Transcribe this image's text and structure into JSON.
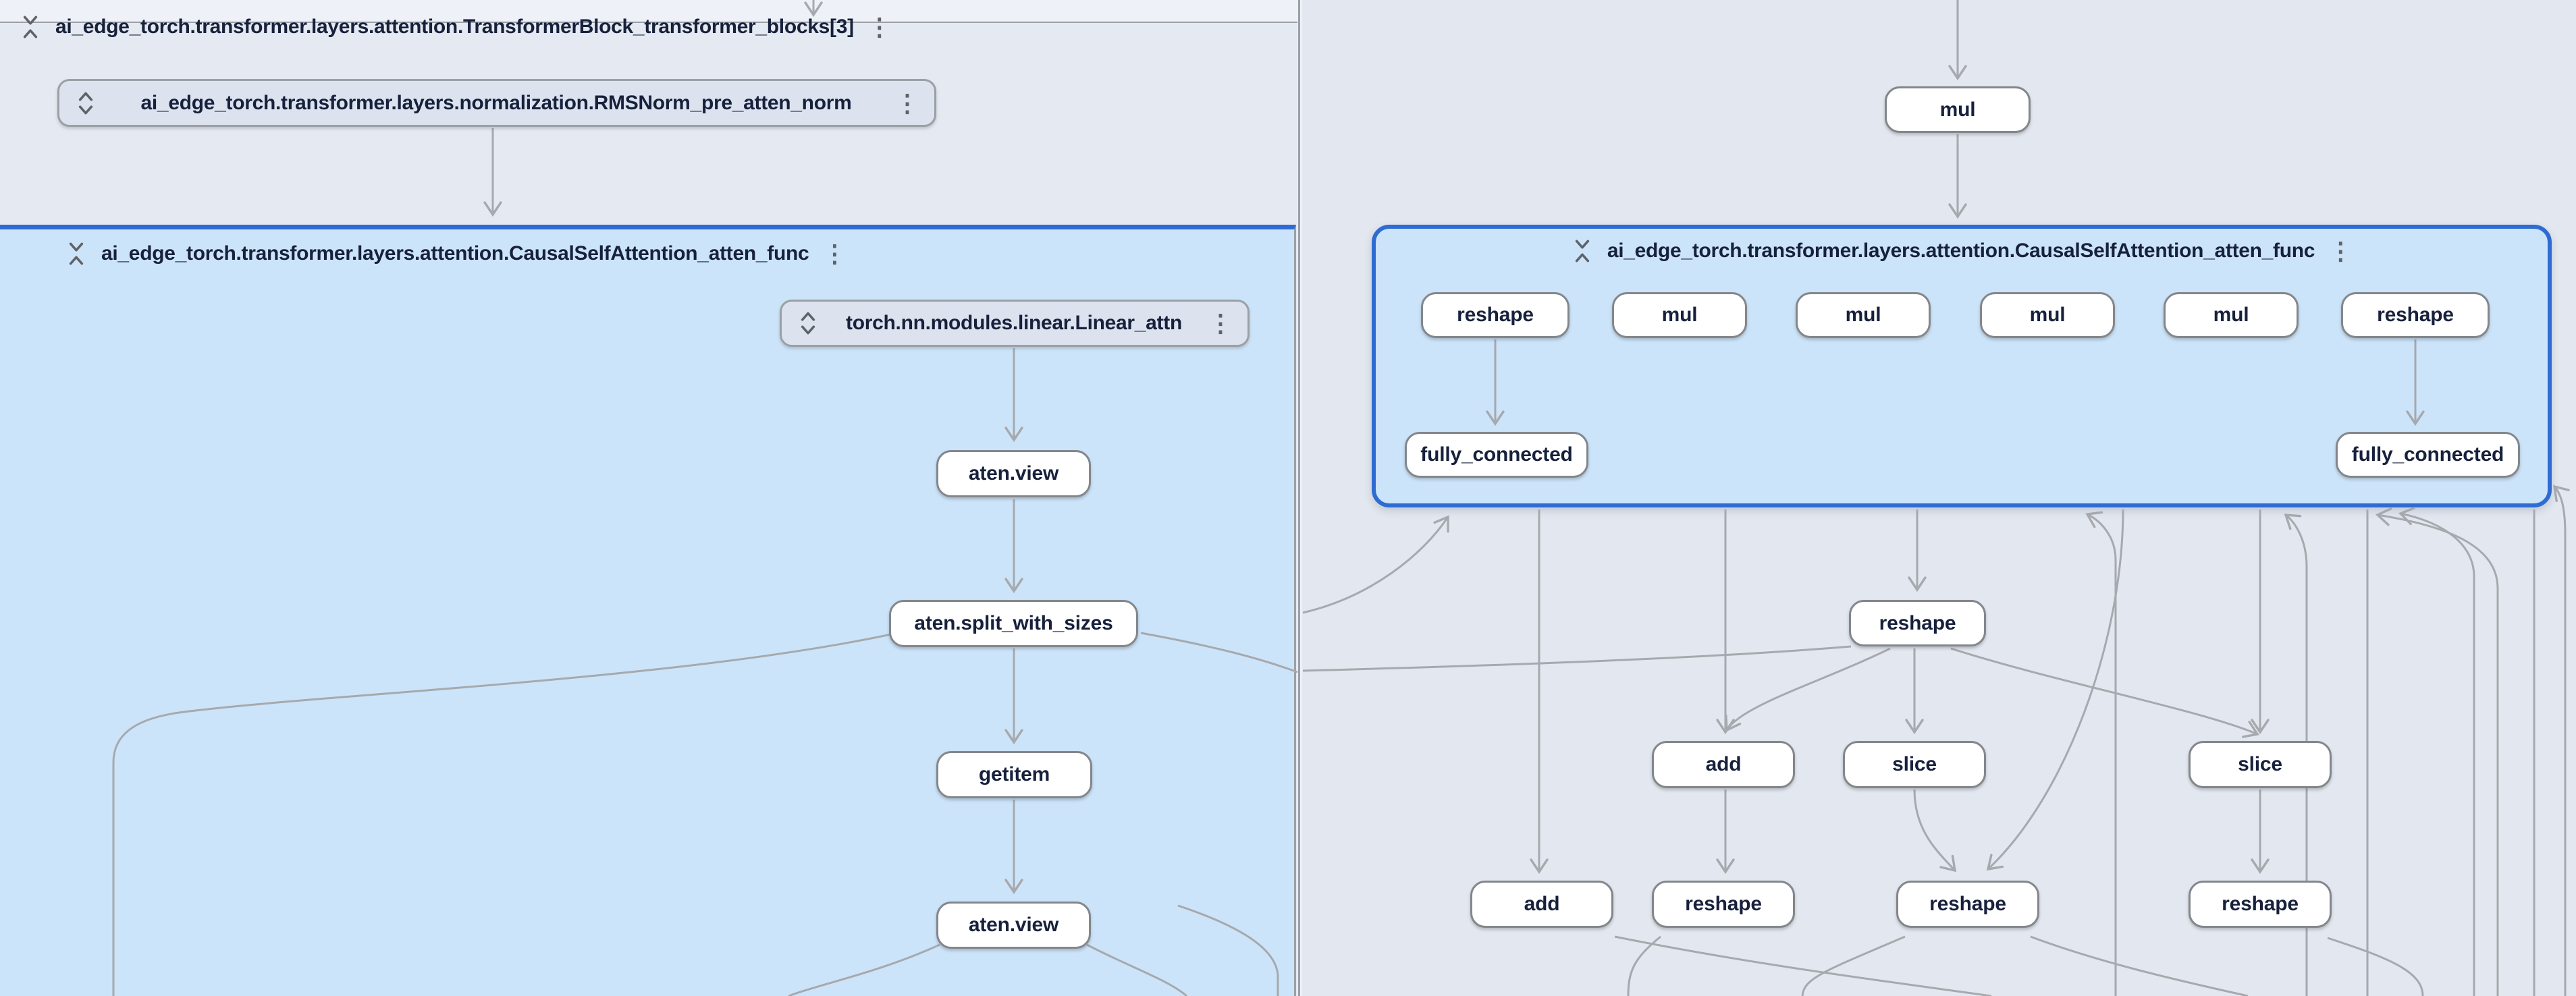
{
  "app": {
    "name": "model-graph-visualizer",
    "panes": [
      "left-graph-pane",
      "right-graph-pane"
    ]
  },
  "colors": {
    "group_selected_border": "#2e6bd3",
    "group_fill": "#cce4fa",
    "pane_left_bg": "#e5e9f1",
    "pane_right_bg": "#e3e7ef",
    "node_fill": "#ffffff",
    "node_border": "#83878c",
    "layer_node_fill": "#dce3ef",
    "layer_node_border": "#9aa0a6",
    "edge": "#a6a9ad",
    "text": "#17213c",
    "icon": "#5f6368"
  },
  "icons": {
    "collapse": "unfold-less-icon",
    "expand": "unfold-more-icon",
    "menu": "kebab-menu-icon"
  },
  "left_pane": {
    "transformer_block_header": "ai_edge_torch.transformer.layers.attention.TransformerBlock_transformer_blocks[3]",
    "rmsnorm_node": "ai_edge_torch.transformer.layers.normalization.RMSNorm_pre_atten_norm",
    "attention_group_header": "ai_edge_torch.transformer.layers.attention.CausalSelfAttention_atten_func",
    "linear_node": "torch.nn.modules.linear.Linear_attn",
    "op_nodes": [
      "aten.view",
      "aten.split_with_sizes",
      "getitem",
      "aten.view"
    ]
  },
  "right_pane": {
    "mul_node": "mul",
    "attention_group_header": "ai_edge_torch.transformer.layers.attention.CausalSelfAttention_atten_func",
    "group_row_nodes": [
      "reshape",
      "mul",
      "mul",
      "mul",
      "mul",
      "reshape"
    ],
    "fully_connected_nodes": [
      "fully_connected",
      "fully_connected"
    ],
    "mid_node": "reshape",
    "row1_nodes": [
      "add",
      "slice",
      "slice"
    ],
    "row2_nodes": [
      "add",
      "reshape",
      "reshape",
      "reshape"
    ]
  }
}
